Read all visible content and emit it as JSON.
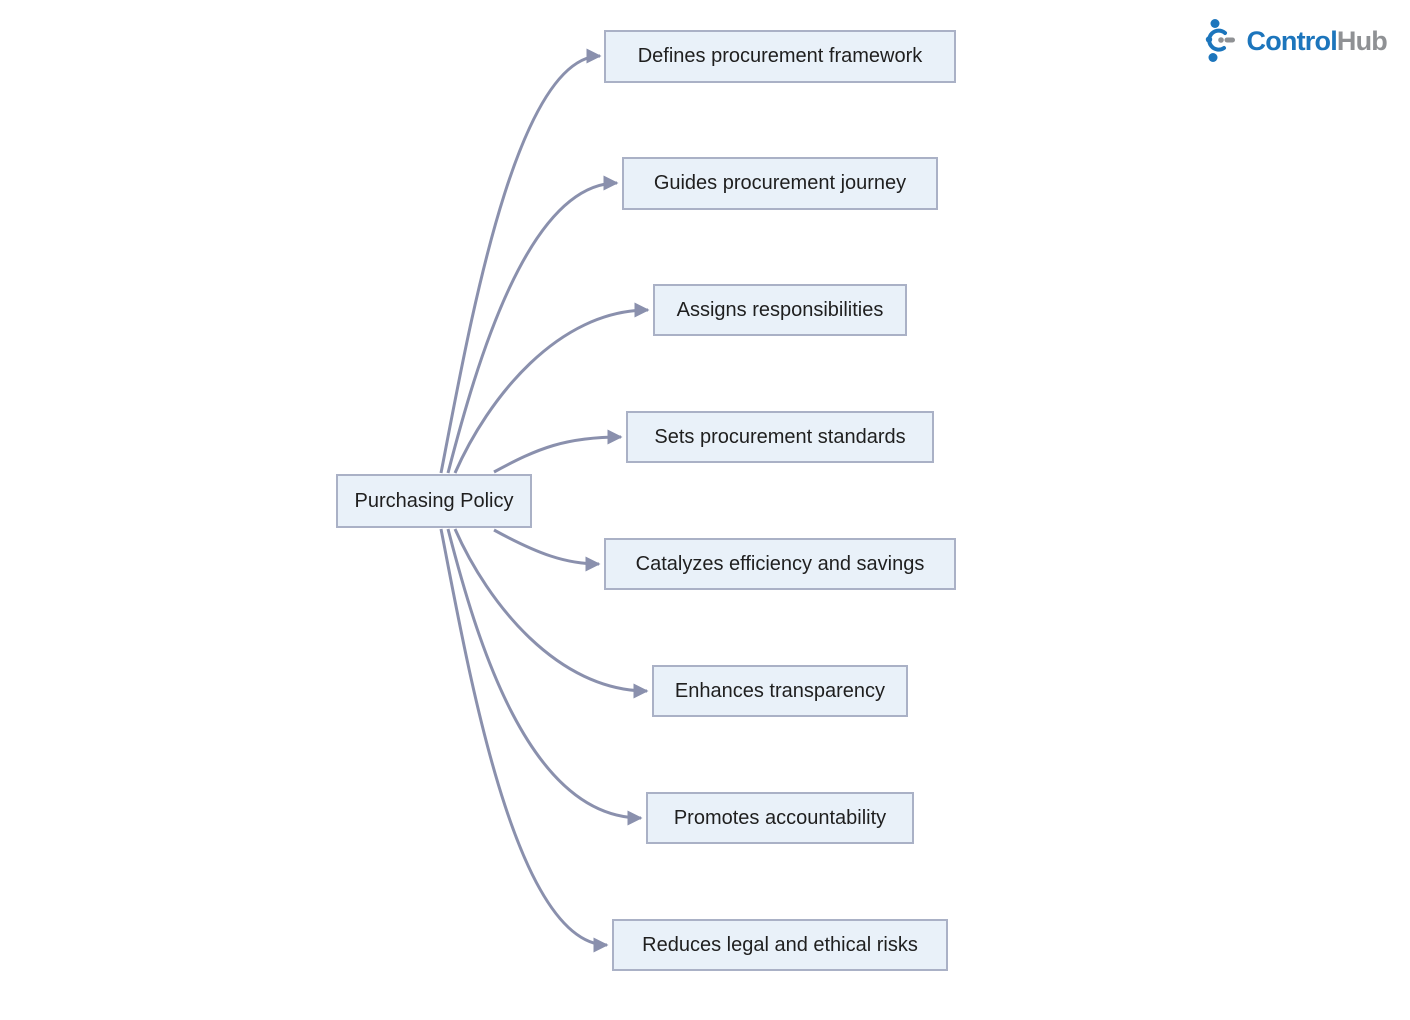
{
  "brand": {
    "name_primary": "Control",
    "name_secondary": "Hub",
    "color_primary": "#1c75bc",
    "color_secondary": "#8f9194",
    "icon": "hub-network-icon"
  },
  "diagram": {
    "type": "mindmap-flowchart",
    "root": {
      "label": "Purchasing Policy"
    },
    "children": [
      {
        "label": "Defines procurement framework"
      },
      {
        "label": "Guides procurement journey"
      },
      {
        "label": "Assigns responsibilities"
      },
      {
        "label": "Sets procurement standards"
      },
      {
        "label": "Catalyzes efficiency and savings"
      },
      {
        "label": "Enhances transparency"
      },
      {
        "label": "Promotes accountability"
      },
      {
        "label": "Reduces legal and ethical risks"
      }
    ],
    "colors": {
      "node_fill": "#e9f1f9",
      "node_border": "#aab1c6",
      "edge": "#8a90ad",
      "text": "#1f1f1f",
      "background": "#ffffff"
    }
  }
}
